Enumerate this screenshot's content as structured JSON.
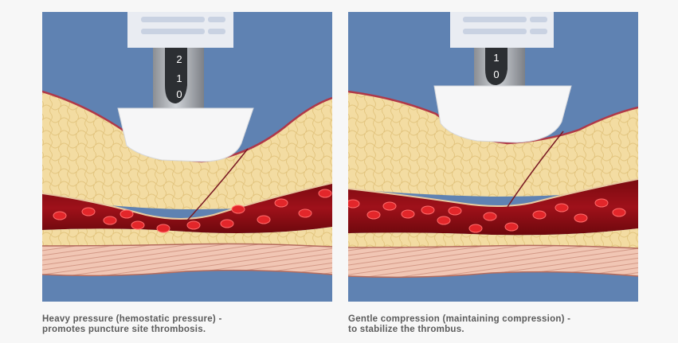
{
  "panels": [
    {
      "scale_marks": [
        "2",
        "1",
        "0"
      ],
      "caption_line1": "Heavy pressure (hemostatic pressure) -",
      "caption_line2": "promotes puncture site thrombosis."
    },
    {
      "scale_marks": [
        "1",
        "0"
      ],
      "caption_line1": "Gentle compression (maintaining compression) -",
      "caption_line2": "to stabilize the thrombus."
    }
  ],
  "colors": {
    "background": "#5f82b2",
    "fat": "#f3dca2",
    "vessel": "#8b0b12",
    "blood_cell": "#e3262a",
    "muscle": "#f1c6b4",
    "caption": "#5b5b5b"
  }
}
